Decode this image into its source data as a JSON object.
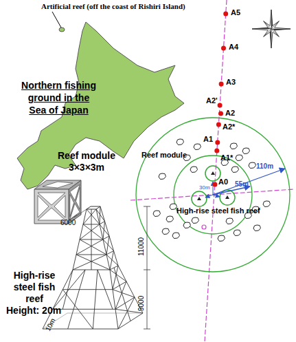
{
  "diagram": {
    "labels": [
      "Artificial reef (off the coast of Rishiri Island)",
      "Northern fishing ground in the Sea of Japan",
      "Reef module 3×3×3m",
      "High-rise steel fish reef",
      "Height: 20m",
      "6000",
      "11000",
      "9000",
      "10m",
      "A5",
      "A4",
      "A3",
      "A2'",
      "A2",
      "A2*",
      "A1",
      "A1*",
      "A0",
      "Reef module",
      "High-rise steel fish reef",
      "110m",
      "55m",
      "30m"
    ]
  }
}
